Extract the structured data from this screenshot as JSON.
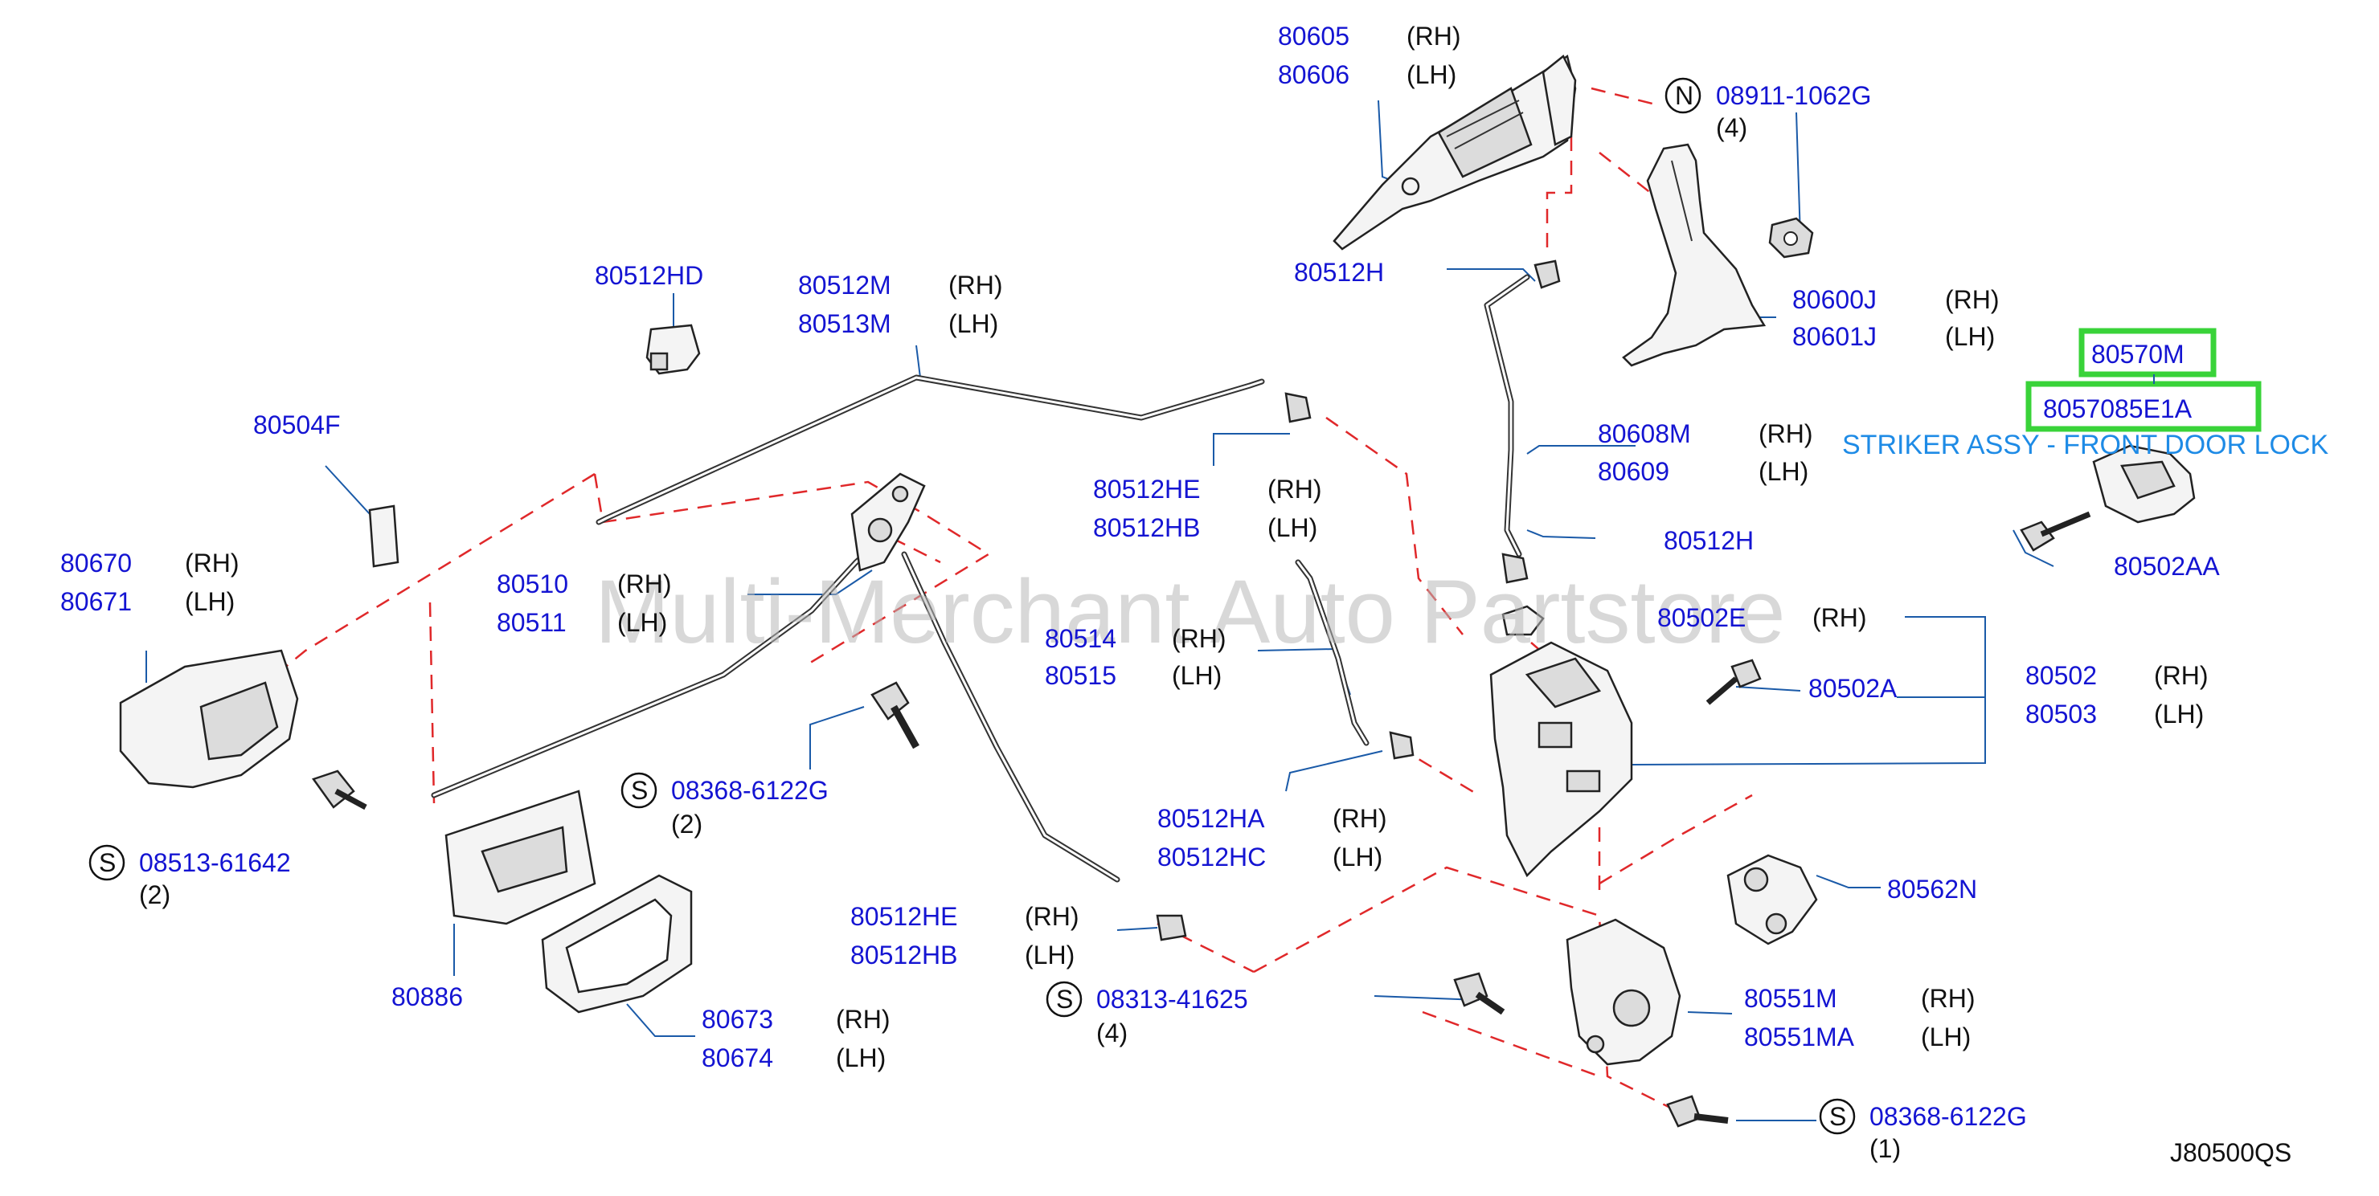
{
  "watermark": "Multi-Merchant Auto Partstore",
  "diagram_code": "J80500QS",
  "highlight": {
    "part_a": "80570M",
    "part_b": "8057085E1A",
    "description": "STRIKER ASSY - FRONT DOOR LOCK",
    "color": "#39d339"
  },
  "colors": {
    "part_number": "#1414d2",
    "leader": "#1a5aa8",
    "link_dash": "#e0282a"
  },
  "labels": {
    "p80605": "80605",
    "s80605": "(RH)",
    "p80606": "80606",
    "s80606": "(LH)",
    "n_symbol": "N",
    "p08911": "08911-1062G",
    "q08911": "(4)",
    "p80512H_top": "80512H",
    "p80600J": "80600J",
    "s80600J": "(RH)",
    "p80601J": "80601J",
    "s80601J": "(LH)",
    "p80512HD": "80512HD",
    "p80512M": "80512M",
    "s80512M": "(RH)",
    "p80513M": "80513M",
    "s80513M": "(LH)",
    "p80504F": "80504F",
    "p80670": "80670",
    "s80670": "(RH)",
    "p80671": "80671",
    "s80671": "(LH)",
    "p80510": "80510",
    "s80510": "(RH)",
    "p80511": "80511",
    "s80511": "(LH)",
    "p80512HE_a": "80512HE",
    "s80512HE_a": "(RH)",
    "p80512HB_a": "80512HB",
    "s80512HB_a": "(LH)",
    "p80608M": "80608M",
    "s80608M": "(RH)",
    "p80609": "80609",
    "s80609": "(LH)",
    "p80512H_mid": "80512H",
    "p80502E": "80502E",
    "s80502E": "(RH)",
    "p80502AA": "80502AA",
    "p80514": "80514",
    "s80514": "(RH)",
    "p80515": "80515",
    "s80515": "(LH)",
    "p80502A": "80502A",
    "p80502": "80502",
    "s80502": "(RH)",
    "p80503": "80503",
    "s80503": "(LH)",
    "s_symbol_1": "S",
    "p08368_a": "08368-6122G",
    "q08368_a": "(2)",
    "s_symbol_2": "S",
    "p08513": "08513-61642",
    "q08513": "(2)",
    "p80512HA": "80512HA",
    "s80512HA": "(RH)",
    "p80512HC": "80512HC",
    "s80512HC": "(LH)",
    "p80562N": "80562N",
    "p80512HE_b": "80512HE",
    "s80512HE_b": "(RH)",
    "p80512HB_b": "80512HB",
    "s80512HB_b": "(LH)",
    "p80886": "80886",
    "s_symbol_3": "S",
    "p08313": "08313-41625",
    "q08313": "(4)",
    "p80551M": "80551M",
    "s80551M": "(RH)",
    "p80551MA": "80551MA",
    "s80551MA": "(LH)",
    "p80673": "80673",
    "s80673": "(RH)",
    "p80674": "80674",
    "s80674": "(LH)",
    "s_symbol_4": "S",
    "p08368_b": "08368-6122G",
    "q08368_b": "(1)"
  }
}
